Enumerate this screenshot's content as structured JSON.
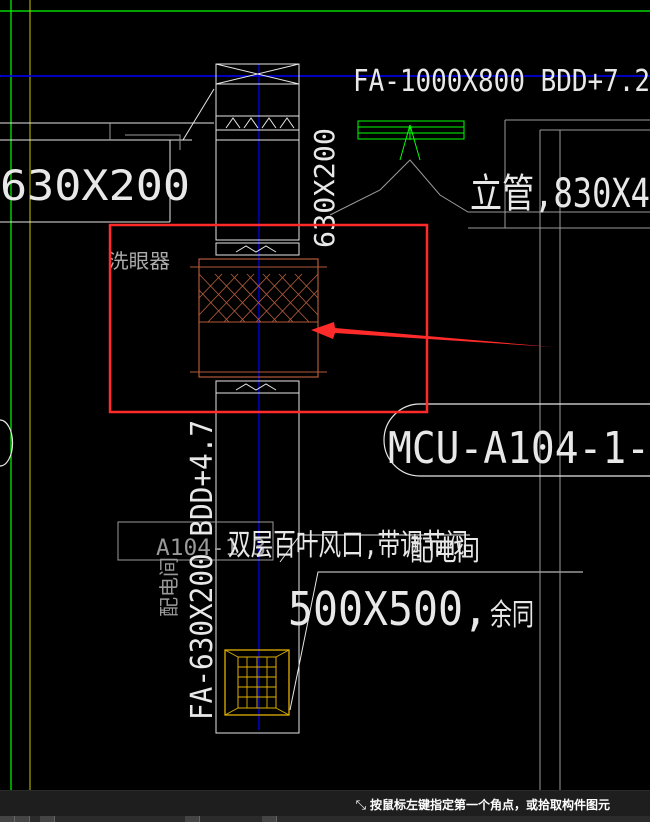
{
  "drawing": {
    "duct_label_top": "FA-1000X800 BDD+7.2",
    "duct_label_left": "630X200",
    "duct_label_vertical_right": "630X200",
    "riser_label": "立管,830X4",
    "eyewash_label": "洗眼器",
    "tag_label": "MCU-A104-1-",
    "room_label": "A104-1 3",
    "room_label_2": "配电间",
    "vertical_duct_label": "FA-630X200 BDD+4.7",
    "note_chinese": "双层百叶风口,带调节阀",
    "note_chinese_overlap": "配电间",
    "size_note": "500X500,",
    "size_note_suffix": "余同"
  },
  "colors": {
    "background": "#000000",
    "green_line": "#00ff00",
    "blue_line": "#0000ff",
    "grey_line": "#9a9a9a",
    "white_line": "#e6e6e6",
    "red_highlight": "#ff2a2a",
    "brown_part": "#b05a3a",
    "yellow_part": "#e0b000"
  },
  "status": {
    "prompt": "按鼠标左键指定第一个角点，或拾取构件图元",
    "cursor_icon": "corner-select-icon"
  }
}
